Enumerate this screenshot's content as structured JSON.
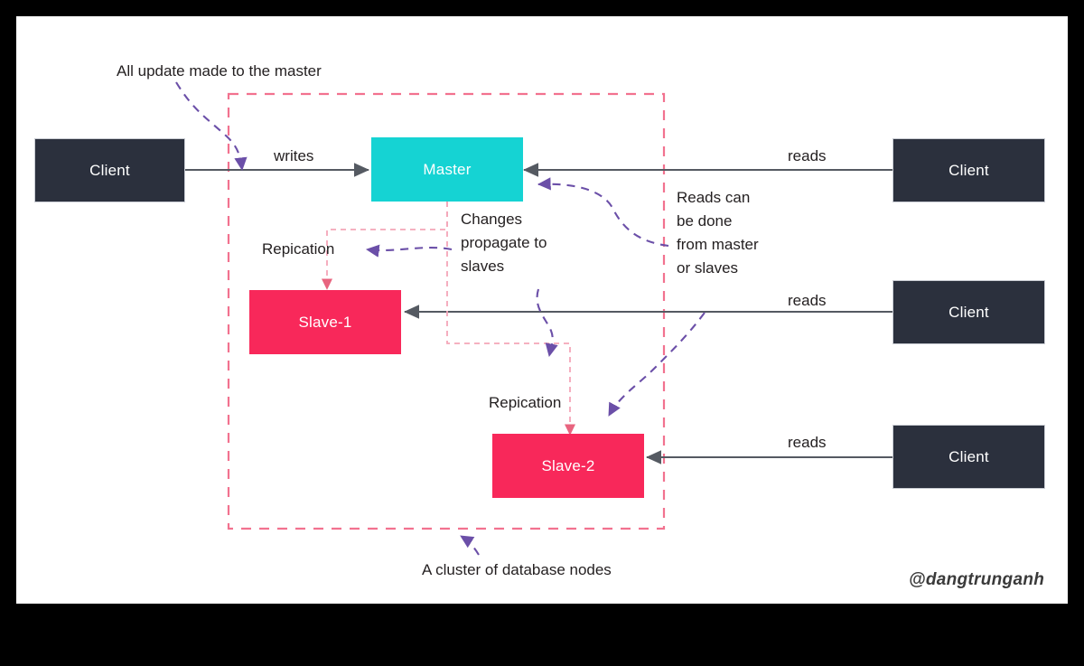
{
  "diagram": {
    "title_note": "All update made to the master",
    "cluster_caption": "A cluster of database nodes",
    "watermark": "@dangtrunganh",
    "colors": {
      "client": "#2b303d",
      "master": "#15d3d3",
      "slave": "#f8285a",
      "cluster_border": "#f2728f",
      "replication": "#f4a6b8",
      "annotation_arrow": "#6b4fa8",
      "flow_arrow": "#555a62",
      "canvas": "#ffffff",
      "frame": "#000000",
      "text": "#231f20"
    },
    "nodes": [
      {
        "id": "client-writes",
        "label": "Client",
        "type": "client"
      },
      {
        "id": "master",
        "label": "Master",
        "type": "master"
      },
      {
        "id": "slave-1",
        "label": "Slave-1",
        "type": "slave"
      },
      {
        "id": "slave-2",
        "label": "Slave-2",
        "type": "slave"
      },
      {
        "id": "client-read-1",
        "label": "Client",
        "type": "client"
      },
      {
        "id": "client-read-2",
        "label": "Client",
        "type": "client"
      },
      {
        "id": "client-read-3",
        "label": "Client",
        "type": "client"
      }
    ],
    "edge_labels": {
      "writes": "writes",
      "reads_1": "reads",
      "reads_2": "reads",
      "reads_3": "reads",
      "replication_1": "Repication",
      "replication_2": "Repication"
    },
    "annotations": {
      "update_note": "All update made to the master",
      "changes_note": "Changes propagate to slaves",
      "reads_note": "Reads can be done from master or slaves",
      "cluster_note": "A cluster of database nodes"
    }
  }
}
